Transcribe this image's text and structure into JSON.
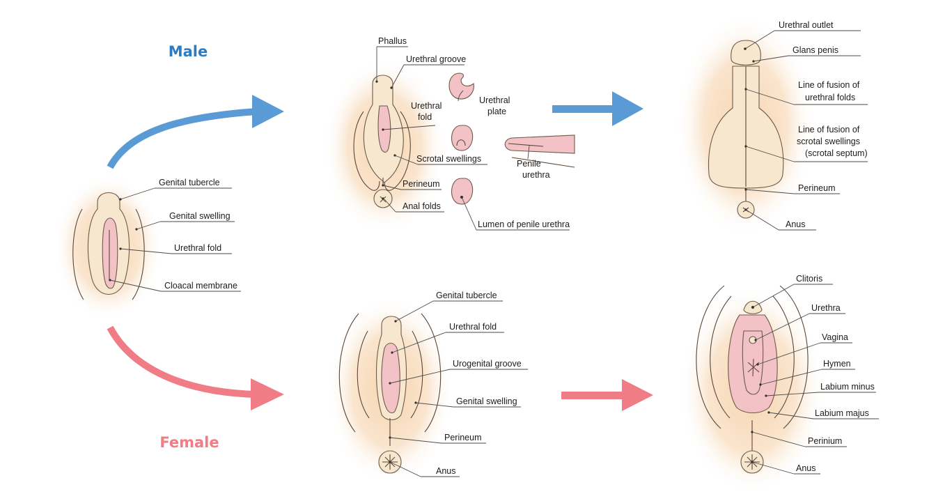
{
  "headings": {
    "male": "Male",
    "female": "Female"
  },
  "colors": {
    "male": "#2c7cc4",
    "male_arrow": "#5b9bd5",
    "female": "#f07c86",
    "skin": "#f7e7cf",
    "glow": "#f6d7b3"
  },
  "labels": {
    "indifferent": {
      "genital_tubercle": "Genital tubercle",
      "genital_swelling": "Genital swelling",
      "urethral_fold": "Urethral fold",
      "cloacal_membrane": "Cloacal membrane"
    },
    "male_mid": {
      "phallus": "Phallus",
      "urethral_groove": "Urethral groove",
      "urethral_fold_1": "Urethral",
      "urethral_fold_2": "fold",
      "urethral_plate_1": "Urethral",
      "urethral_plate_2": "plate",
      "scrotal_swellings": "Scrotal swellings",
      "perineum": "Perineum",
      "anal_folds": "Anal folds",
      "penile_urethra_1": "Penile",
      "penile_urethra_2": "urethra",
      "lumen": "Lumen of penile urethra"
    },
    "male_final": {
      "urethral_outlet": "Urethral outlet",
      "glans_penis": "Glans penis",
      "line_urethral_1": "Line of fusion of",
      "line_urethral_2": "urethral folds",
      "line_scrotal_1": "Line of fusion of",
      "line_scrotal_2": "scrotal swellings",
      "line_scrotal_3": "(scrotal septum)",
      "perineum": "Perineum",
      "anus": "Anus"
    },
    "female_mid": {
      "genital_tubercle": "Genital tubercle",
      "urethral_fold": "Urethral fold",
      "urogenital_groove": "Urogenital groove",
      "genital_swelling": "Genital swelling",
      "perineum": "Perineum",
      "anus": "Anus"
    },
    "female_final": {
      "clitoris": "Clitoris",
      "urethra": "Urethra",
      "vagina": "Vagina",
      "hymen": "Hymen",
      "labium_minus": "Labium minus",
      "labium_majus": "Labium majus",
      "perinium": "Perinium",
      "anus": "Anus"
    }
  }
}
